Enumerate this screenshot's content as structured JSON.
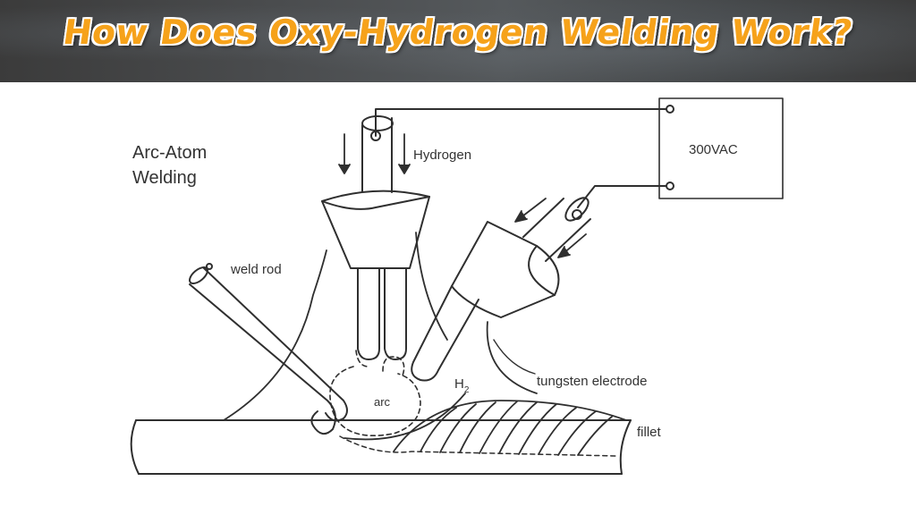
{
  "slide": {
    "title": "How Does Oxy-Hydrogen Welding Work?"
  },
  "diagram": {
    "heading_line1": "Arc-Atom",
    "heading_line2": "Welding",
    "labels": {
      "hydrogen": "Hydrogen",
      "power_supply": "300VAC",
      "weld_rod": "weld rod",
      "arc": "arc",
      "h2_base": "H",
      "h2_sub": "2",
      "tungsten_electrode": "tungsten electrode",
      "fillet": "fillet"
    }
  }
}
